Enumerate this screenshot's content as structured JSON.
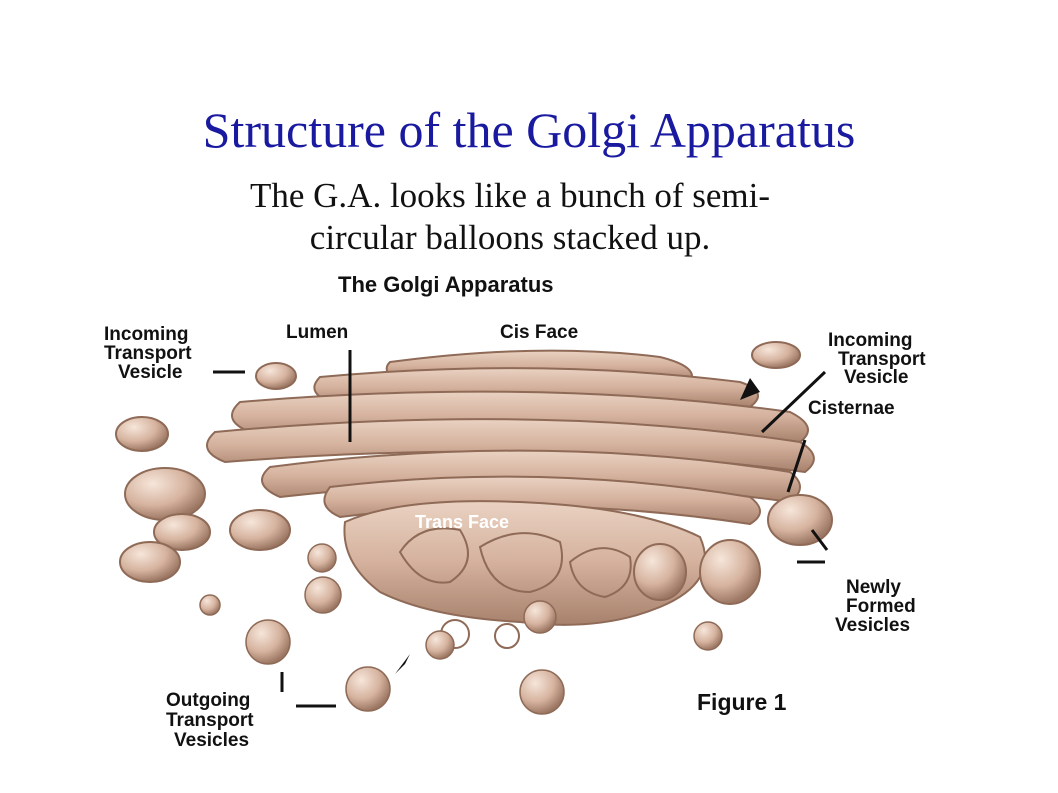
{
  "slide": {
    "title": "Structure of the Golgi Apparatus",
    "subtitle_line1": "The G.A. looks like a bunch of semi-",
    "subtitle_line2": "circular balloons stacked up."
  },
  "diagram": {
    "heading": "The Golgi Apparatus",
    "labels": {
      "incoming_left": [
        "Incoming",
        "Transport",
        "Vesicle"
      ],
      "lumen": "Lumen",
      "cis_face": "Cis Face",
      "incoming_right": [
        "Incoming",
        "Transport",
        "Vesicle"
      ],
      "cisternae": "Cisternae",
      "trans_face": "Trans Face",
      "newly_formed": [
        "Newly",
        "Formed",
        "Vesicles"
      ],
      "outgoing": [
        "Outgoing",
        "Transport",
        "Vesicles"
      ],
      "figure": "Figure 1"
    },
    "colors": {
      "membrane": "#d9b8a6",
      "membrane_dark": "#a88470",
      "membrane_light": "#f1ddd0",
      "title": "#1a1aa0"
    }
  }
}
